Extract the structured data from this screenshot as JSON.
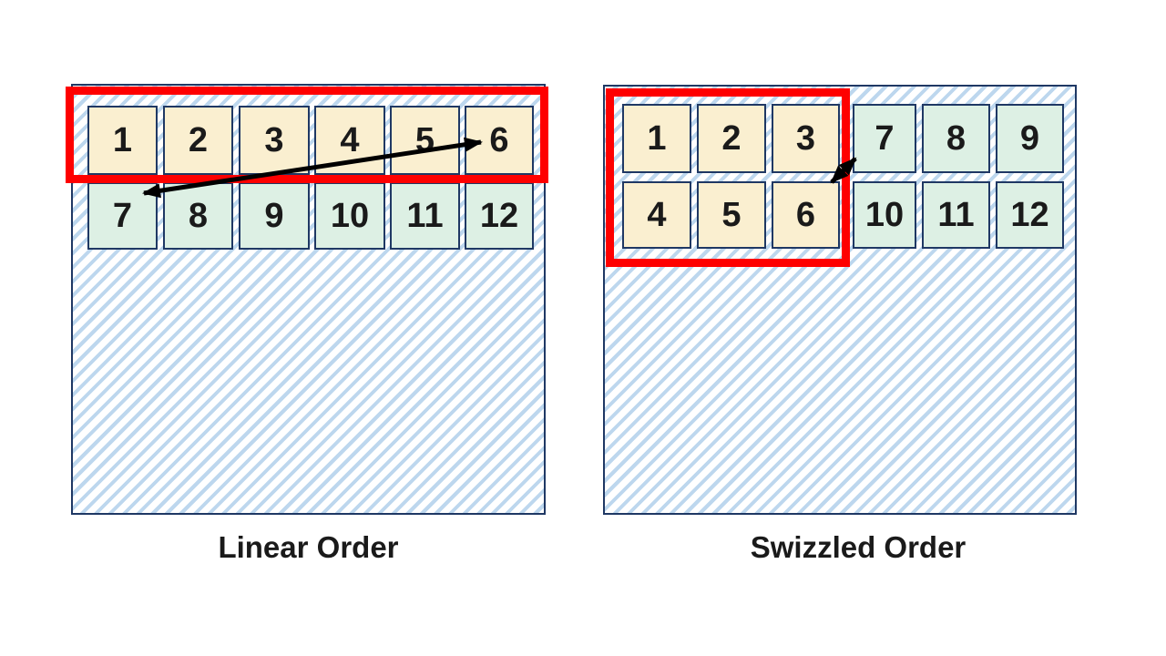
{
  "left_panel": {
    "title": "Linear Order",
    "row1": [
      "1",
      "2",
      "3",
      "4",
      "5",
      "6"
    ],
    "row2": [
      "7",
      "8",
      "9",
      "10",
      "11",
      "12"
    ]
  },
  "right_panel": {
    "title": "Swizzled Order",
    "row1": [
      "1",
      "2",
      "3",
      "7",
      "8",
      "9"
    ],
    "row2": [
      "4",
      "5",
      "6",
      "10",
      "11",
      "12"
    ]
  },
  "colors": {
    "tile_cream": "#FAEFD0",
    "tile_green": "#DDF0E4",
    "border_navy": "#1F3864",
    "highlight_red": "#FE0000",
    "hatch_blue": "#BDD7EE",
    "text_black": "#1A1A1A"
  }
}
